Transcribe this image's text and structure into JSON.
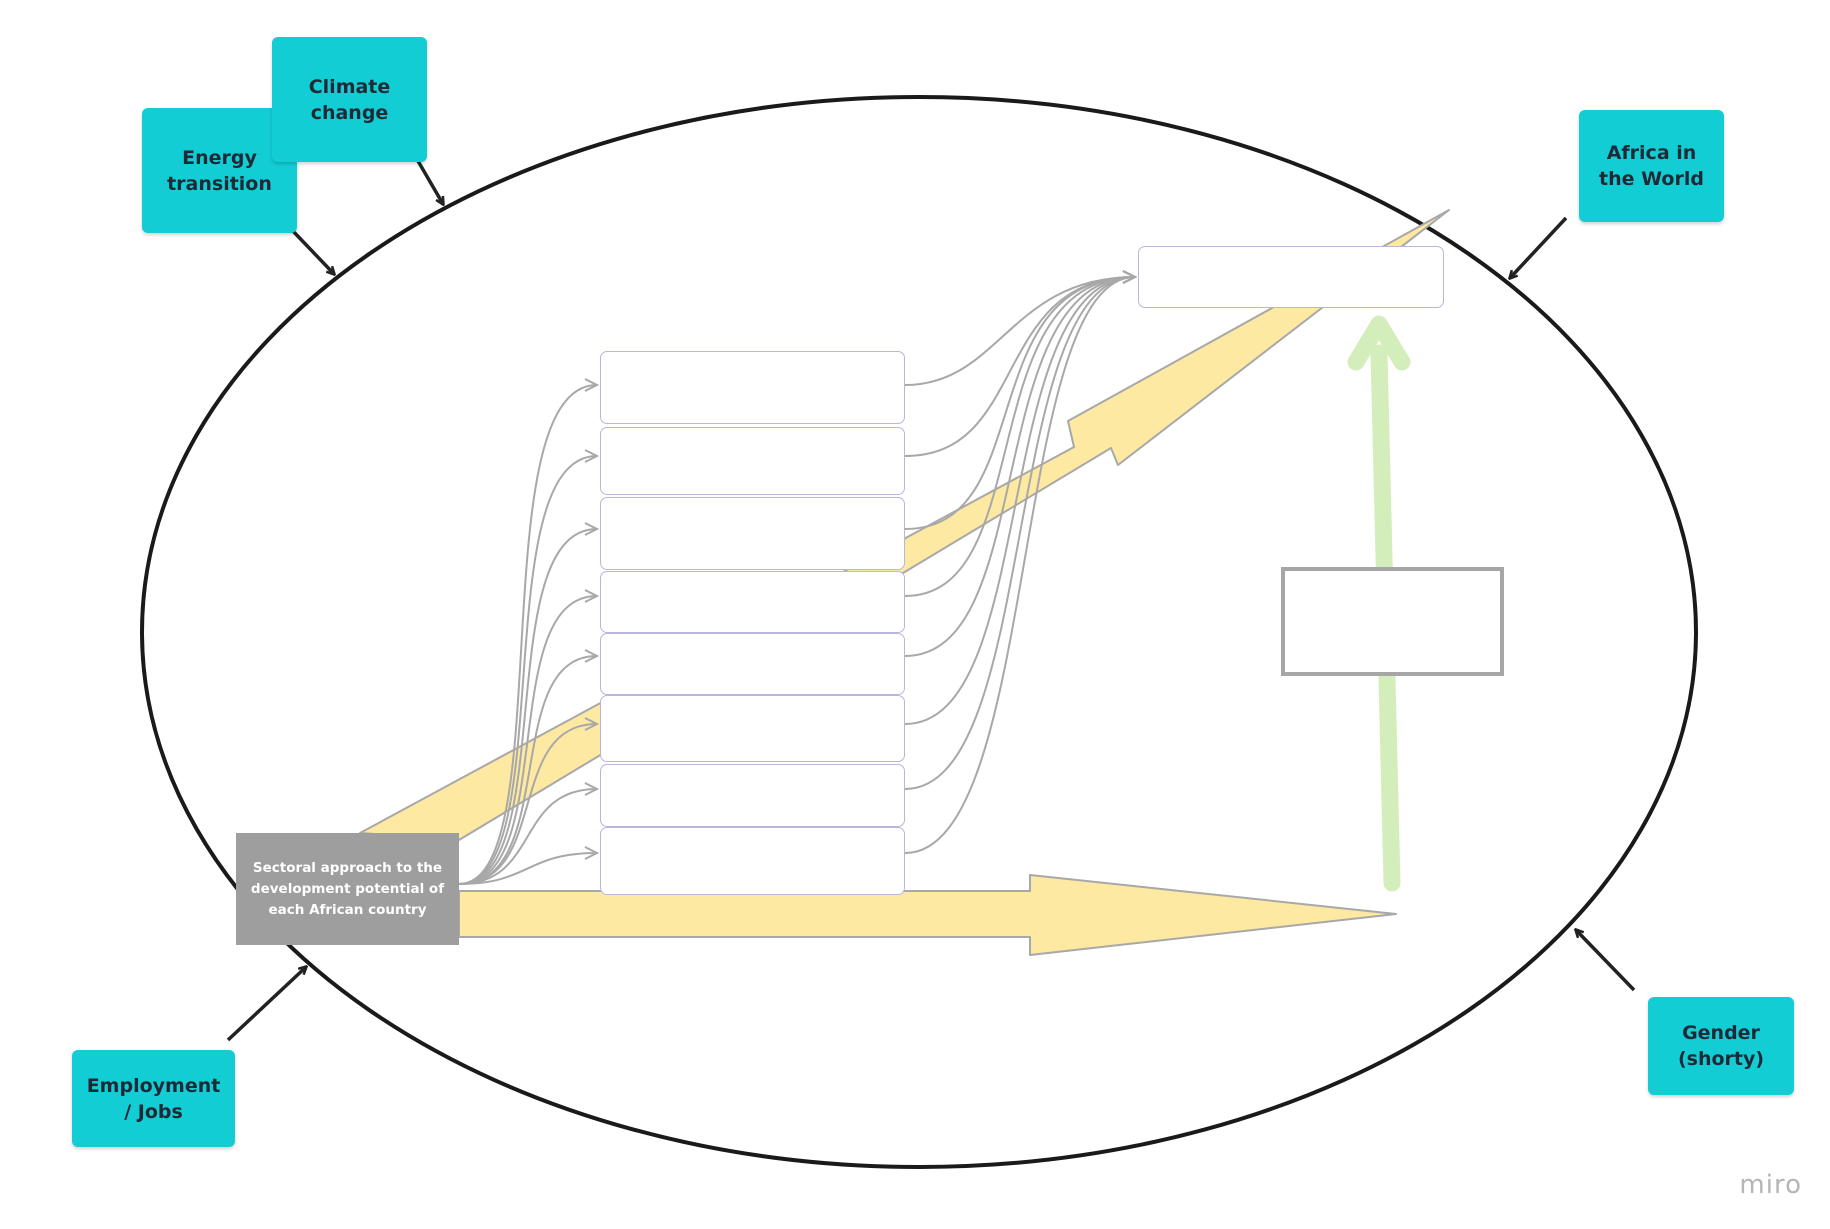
{
  "colors": {
    "sticky": "#12cdd4",
    "yellow_arrow": "#fde9a2",
    "green_arrow": "#d4eebb",
    "connector": "#a8a8a8",
    "box_border": "#b9b6dc"
  },
  "stickies": {
    "climate_change": "Climate\nchange",
    "energy_transition": "Energy\ntransition",
    "africa_in_world": "Africa in\nthe World",
    "employment_jobs": "Employment\n/ Jobs",
    "gender": "Gender\n(shorty)"
  },
  "source_card": {
    "label": "Sectoral approach to the\ndevelopment potential of\neach African country"
  },
  "sector_boxes": [
    "",
    "",
    "",
    "",
    "",
    "",
    "",
    ""
  ],
  "target_box": {
    "label": ""
  },
  "middle_box": {
    "label": ""
  },
  "watermark": "miro"
}
